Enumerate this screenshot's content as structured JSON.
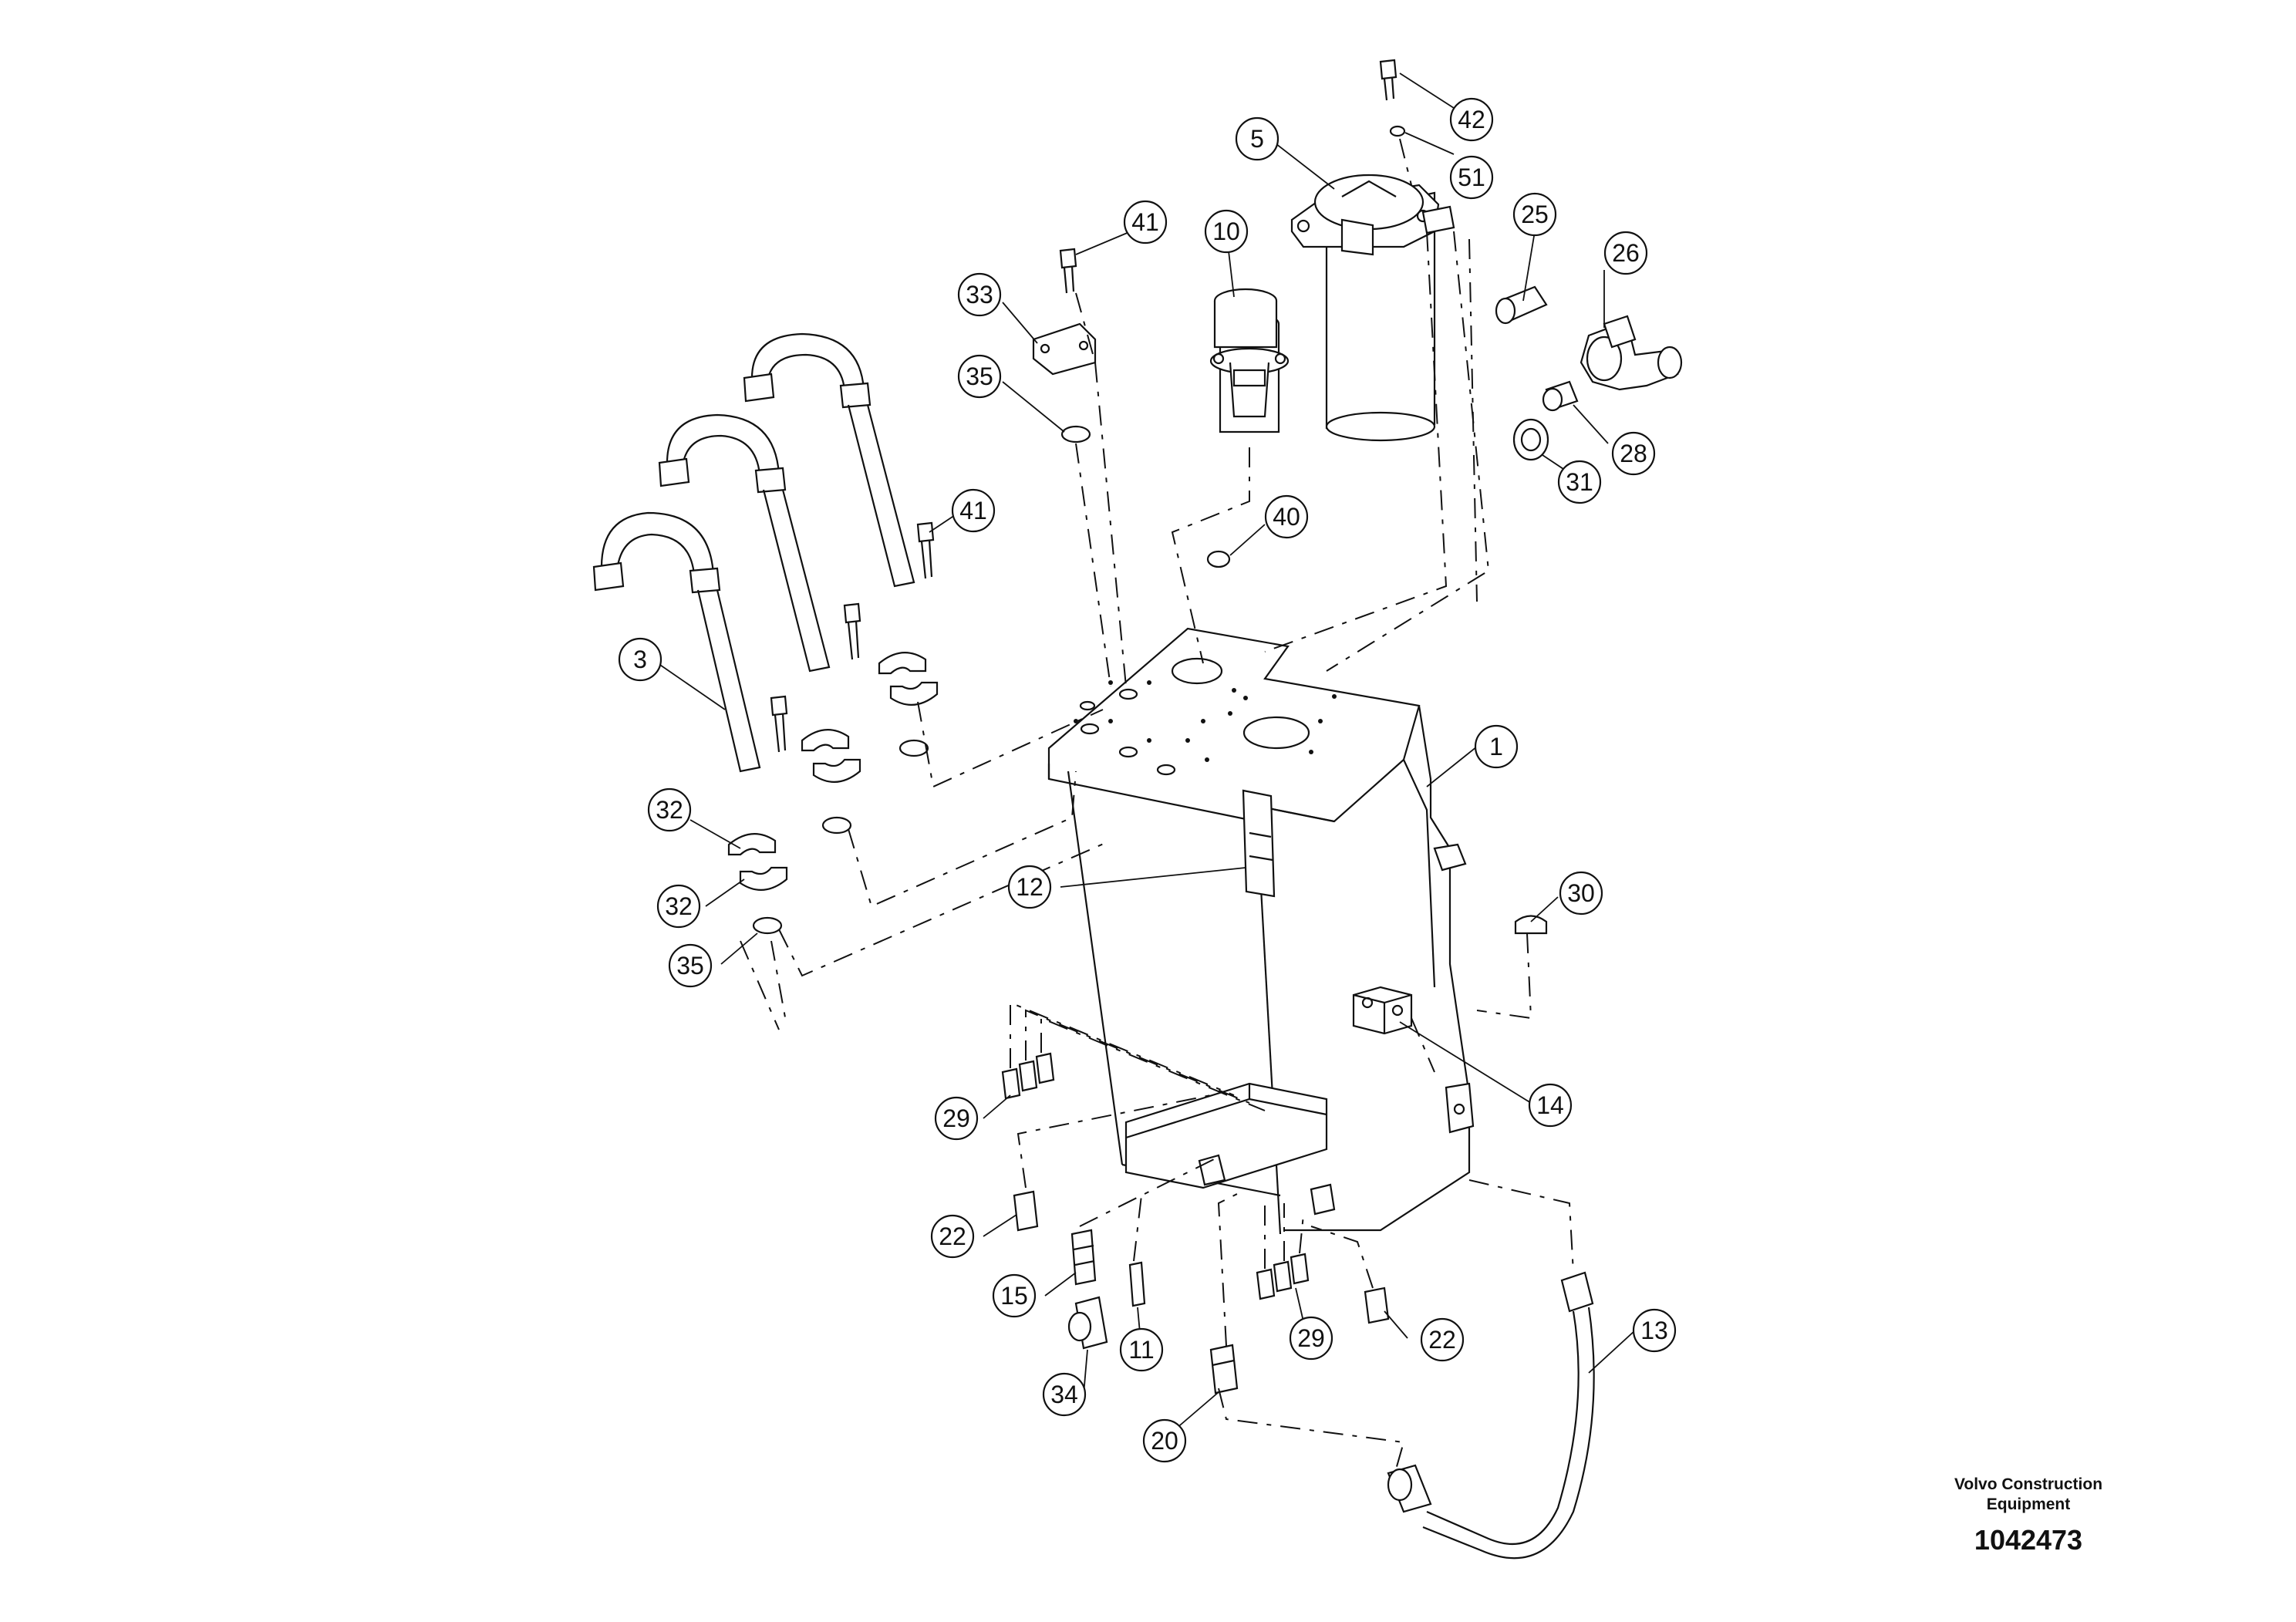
{
  "brand": {
    "line1": "Volvo Construction",
    "line2": "Equipment",
    "drawing_number": "1042473"
  },
  "callouts": [
    {
      "id": "c42",
      "label": "42"
    },
    {
      "id": "c5",
      "label": "5"
    },
    {
      "id": "c51",
      "label": "51"
    },
    {
      "id": "c25",
      "label": "25"
    },
    {
      "id": "c26",
      "label": "26"
    },
    {
      "id": "c41a",
      "label": "41"
    },
    {
      "id": "c10",
      "label": "10"
    },
    {
      "id": "c33",
      "label": "33"
    },
    {
      "id": "c35a",
      "label": "35"
    },
    {
      "id": "c28",
      "label": "28"
    },
    {
      "id": "c31",
      "label": "31"
    },
    {
      "id": "c41b",
      "label": "41"
    },
    {
      "id": "c40",
      "label": "40"
    },
    {
      "id": "c3",
      "label": "3"
    },
    {
      "id": "c1",
      "label": "1"
    },
    {
      "id": "c32a",
      "label": "32"
    },
    {
      "id": "c12",
      "label": "12"
    },
    {
      "id": "c30",
      "label": "30"
    },
    {
      "id": "c32b",
      "label": "32"
    },
    {
      "id": "c35b",
      "label": "35"
    },
    {
      "id": "c14",
      "label": "14"
    },
    {
      "id": "c29a",
      "label": "29"
    },
    {
      "id": "c22a",
      "label": "22"
    },
    {
      "id": "c15",
      "label": "15"
    },
    {
      "id": "c11",
      "label": "11"
    },
    {
      "id": "c29b",
      "label": "29"
    },
    {
      "id": "c22b",
      "label": "22"
    },
    {
      "id": "c13",
      "label": "13"
    },
    {
      "id": "c34",
      "label": "34"
    },
    {
      "id": "c20",
      "label": "20"
    }
  ]
}
